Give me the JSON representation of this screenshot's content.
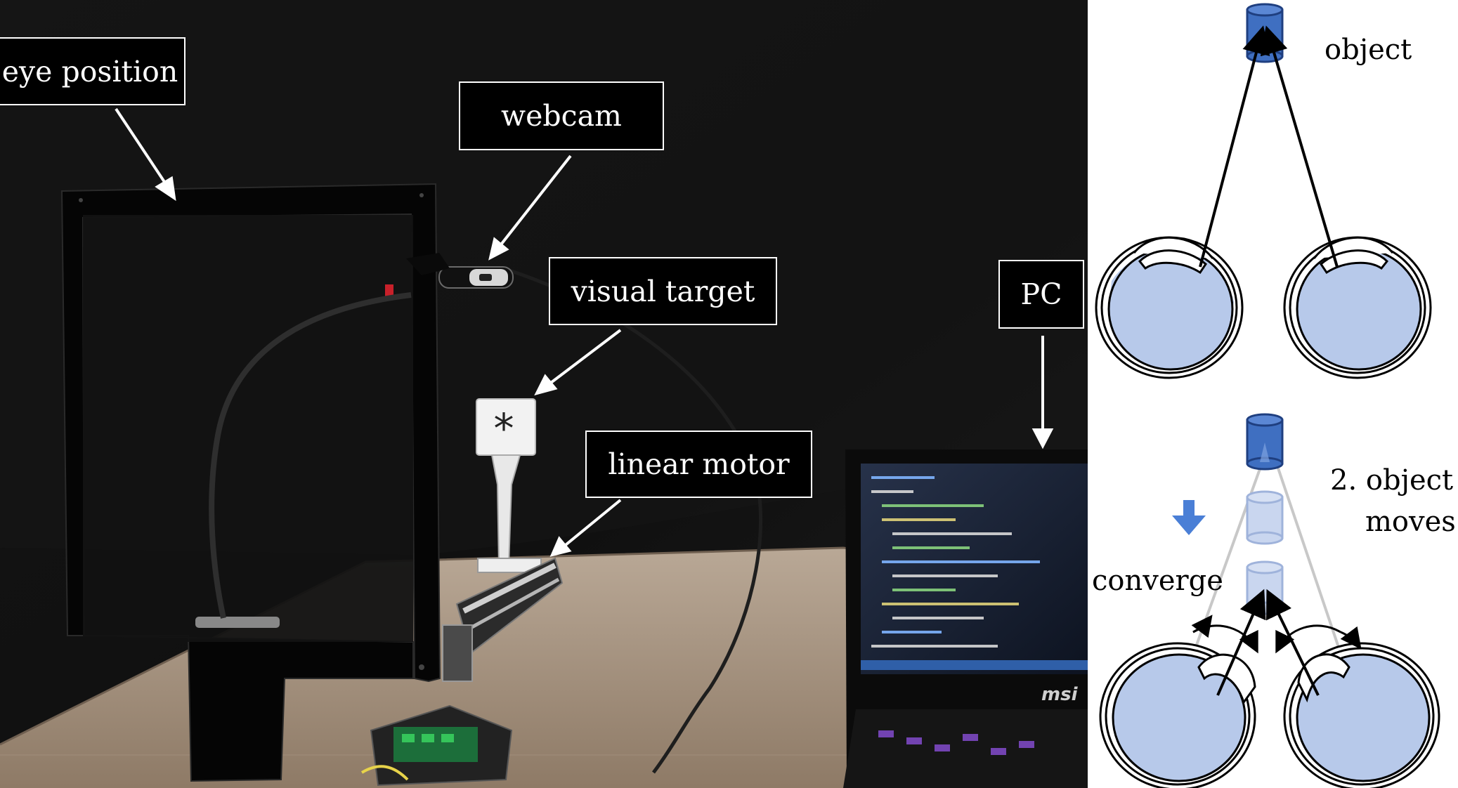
{
  "photo_labels": {
    "eye_position": "eye position",
    "webcam": "webcam",
    "visual_target": "visual target",
    "linear_motor": "linear motor",
    "pc": "PC"
  },
  "target_symbol": "*",
  "laptop_brand": "msi",
  "diagram": {
    "top_label": "object",
    "moves_label_line1": "2. object",
    "moves_label_line2": "moves",
    "converge_label": "converge"
  },
  "colors": {
    "object_fill": "#3f6fc1",
    "eye_fill": "#b7c9ea",
    "arrow_blue": "#4a7fd6"
  }
}
